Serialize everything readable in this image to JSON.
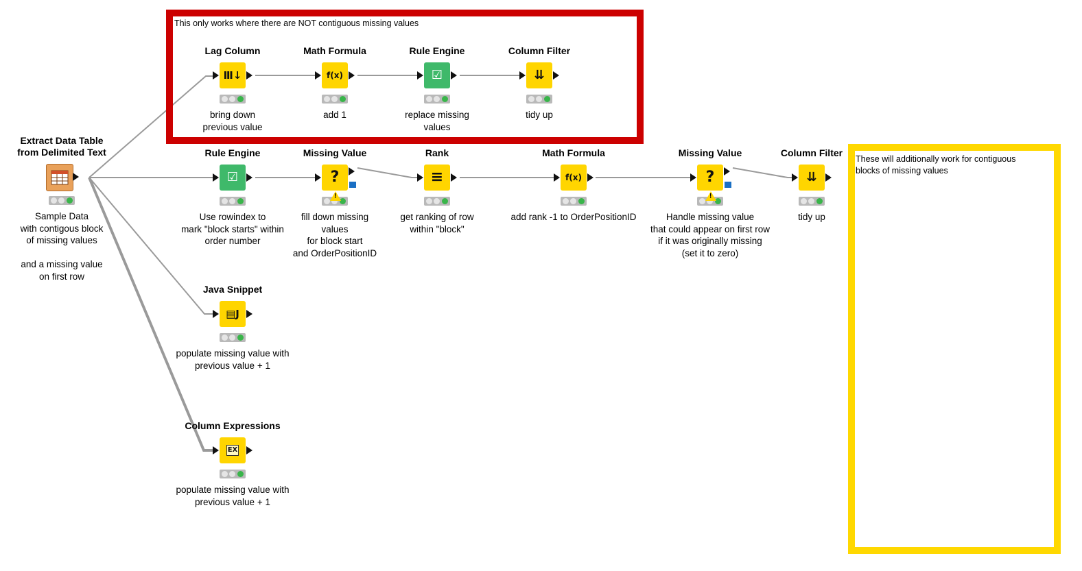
{
  "annotations": {
    "red": {
      "text": "This only works where there are NOT contiguous missing values",
      "color": "#cc0000"
    },
    "yellow": {
      "text": "These will additionally work for contiguous\nblocks of missing values",
      "color": "#ffd800"
    }
  },
  "nodes": {
    "extract": {
      "title": "Extract Data Table\nfrom Delimited Text",
      "desc": "Sample Data\nwith contigous block\nof missing values\n\nand a missing value\non first row",
      "icon": "table-reader-icon"
    },
    "lag": {
      "title": "Lag Column",
      "desc": "bring down\nprevious value",
      "icon": "lag-column-icon",
      "glyph": "Ⅲ↓"
    },
    "math1": {
      "title": "Math Formula",
      "desc": "add 1",
      "icon": "math-formula-icon",
      "glyph": "f(x)"
    },
    "rule1": {
      "title": "Rule Engine",
      "desc": "replace missing\nvalues",
      "icon": "rule-engine-icon",
      "glyph": "☑"
    },
    "colfilter1": {
      "title": "Column Filter",
      "desc": "tidy up",
      "icon": "column-filter-icon",
      "glyph": "⇊"
    },
    "rule2": {
      "title": "Rule Engine",
      "desc": "Use rowindex to\nmark \"block starts\" within\norder number",
      "icon": "rule-engine-icon",
      "glyph": "☑"
    },
    "missing1": {
      "title": "Missing Value",
      "desc": "fill down missing\nvalues\nfor block start\nand OrderPositionID",
      "icon": "missing-value-icon",
      "glyph": "?"
    },
    "rank": {
      "title": "Rank",
      "desc": "get ranking of row\nwithin \"block\"",
      "icon": "rank-icon",
      "glyph": "≡"
    },
    "math2": {
      "title": "Math Formula",
      "desc": "add rank -1 to OrderPositionID",
      "icon": "math-formula-icon",
      "glyph": "f(x)"
    },
    "missing2": {
      "title": "Missing Value",
      "desc": "Handle missing value\nthat could appear on first row\nif it was originally missing\n(set it to zero)",
      "icon": "missing-value-icon",
      "glyph": "?"
    },
    "colfilter2": {
      "title": "Column Filter",
      "desc": "tidy up",
      "icon": "column-filter-icon",
      "glyph": "⇊"
    },
    "java": {
      "title": "Java Snippet",
      "desc": "populate missing value with\nprevious value + 1",
      "icon": "java-snippet-icon",
      "glyph": "J"
    },
    "colexpr": {
      "title": "Column Expressions",
      "desc": "populate missing value with\nprevious value + 1",
      "icon": "column-expressions-icon",
      "glyph": "EX"
    }
  },
  "colors": {
    "node_yellow": "#ffd500",
    "node_green": "#3fb96a",
    "status_green": "#39b54a",
    "wire": "#9a9a9a"
  }
}
